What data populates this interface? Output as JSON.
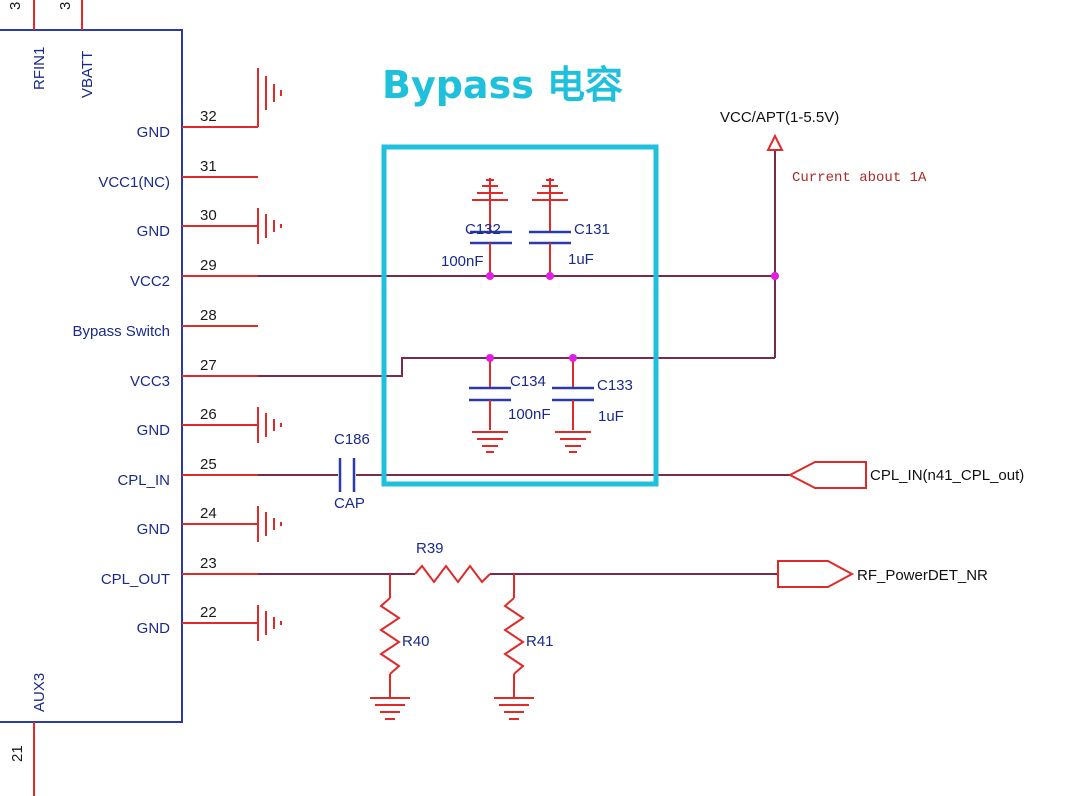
{
  "title": "Bypass 电容",
  "colors": {
    "wire": "#7a2a4a",
    "pin": "#e02a2a",
    "ic": "#2a3aa8",
    "highlight": "#1fc0dc",
    "cap": "#2a3aa8",
    "junction": "#e020e0"
  },
  "ic": {
    "top_pins": [
      {
        "name": "RFIN1",
        "num": "3"
      },
      {
        "name": "VBATT",
        "num": "3"
      }
    ],
    "bottom_pin": {
      "name": "AUX3",
      "num": "21"
    },
    "pins": [
      {
        "num": "32",
        "name": "GND"
      },
      {
        "num": "31",
        "name": "VCC1(NC)"
      },
      {
        "num": "30",
        "name": "GND"
      },
      {
        "num": "29",
        "name": "VCC2"
      },
      {
        "num": "28",
        "name": "Bypass Switch"
      },
      {
        "num": "27",
        "name": "VCC3"
      },
      {
        "num": "26",
        "name": "GND"
      },
      {
        "num": "25",
        "name": "CPL_IN"
      },
      {
        "num": "24",
        "name": "GND"
      },
      {
        "num": "23",
        "name": "CPL_OUT"
      },
      {
        "num": "22",
        "name": "GND"
      }
    ]
  },
  "components": {
    "C132": {
      "ref": "C132",
      "value": "100nF"
    },
    "C131": {
      "ref": "C131",
      "value": "1uF"
    },
    "C134": {
      "ref": "C134",
      "value": "100nF"
    },
    "C133": {
      "ref": "C133",
      "value": "1uF"
    },
    "C186": {
      "ref": "C186",
      "value": "CAP"
    },
    "R39": {
      "ref": "R39"
    },
    "R40": {
      "ref": "R40"
    },
    "R41": {
      "ref": "R41"
    }
  },
  "nets": {
    "vcc": "VCC/APT(1-5.5V)",
    "current_note": "Current about 1A",
    "cpl_in": "CPL_IN(n41_CPL_out)",
    "rf_det": "RF_PowerDET_NR"
  }
}
